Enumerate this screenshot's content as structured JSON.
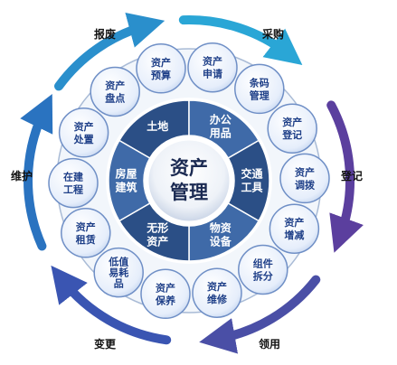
{
  "center": {
    "line1": "资产",
    "line2": "管理"
  },
  "lifecycle": [
    {
      "label": "采购",
      "color": "#2aa6d6"
    },
    {
      "label": "登记",
      "color": "#5b3f9e"
    },
    {
      "label": "领用",
      "color": "#4a4fa6"
    },
    {
      "label": "变更",
      "color": "#3a55b2"
    },
    {
      "label": "维护",
      "color": "#2a73c0"
    },
    {
      "label": "报废",
      "color": "#2a8fcc"
    }
  ],
  "categories": [
    {
      "lines": [
        "土地"
      ]
    },
    {
      "lines": [
        "办公",
        "用品"
      ]
    },
    {
      "lines": [
        "交通",
        "工具"
      ]
    },
    {
      "lines": [
        "物资",
        "设备"
      ]
    },
    {
      "lines": [
        "无形",
        "资产"
      ]
    },
    {
      "lines": [
        "房屋",
        "建筑"
      ]
    }
  ],
  "operations": [
    {
      "lines": [
        "资产",
        "预算"
      ]
    },
    {
      "lines": [
        "资产",
        "申请"
      ]
    },
    {
      "lines": [
        "条码",
        "管理"
      ]
    },
    {
      "lines": [
        "资产",
        "登记"
      ]
    },
    {
      "lines": [
        "资产",
        "调拨"
      ]
    },
    {
      "lines": [
        "资产",
        "增减"
      ]
    },
    {
      "lines": [
        "组件",
        "拆分"
      ]
    },
    {
      "lines": [
        "资产",
        "维修"
      ]
    },
    {
      "lines": [
        "资产",
        "保养"
      ]
    },
    {
      "lines": [
        "低值",
        "易耗",
        "品"
      ]
    },
    {
      "lines": [
        "资产",
        "租赁"
      ]
    },
    {
      "lines": [
        "在建",
        "工程"
      ]
    },
    {
      "lines": [
        "资产",
        "处置"
      ]
    },
    {
      "lines": [
        "资产",
        "盘点"
      ]
    }
  ],
  "colors": {
    "sector_dark": "#2b4f86",
    "sector_mid": "#3f6aa8",
    "bubble_fill": "#e9f0fb",
    "bubble_stroke": "#6f8fc6",
    "outer_ring": "#a9bbd6"
  }
}
